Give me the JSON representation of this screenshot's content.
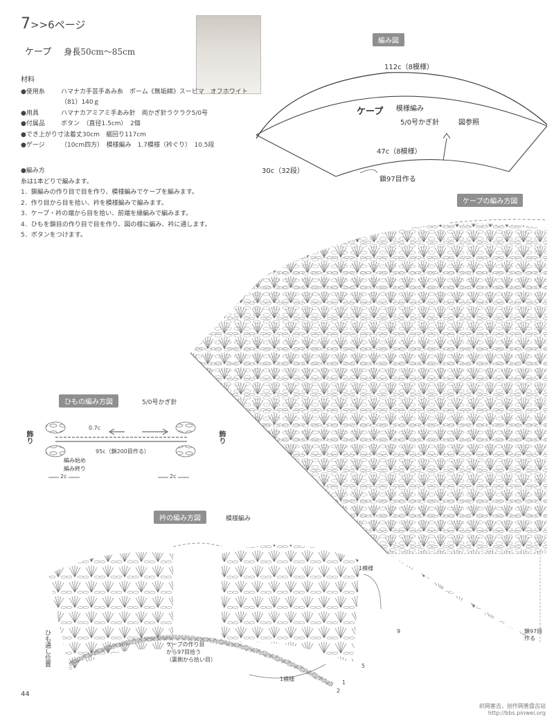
{
  "header": {
    "pattern_no": "7",
    "page_ref": ">>6ページ",
    "item": "ケープ",
    "size": "身長50cm～85cm"
  },
  "materials": {
    "heading": "材料",
    "rows": [
      {
        "key": "●使用糸",
        "value": "ハマナカ手芸手あみ糸　ポーム《無垢綿》スーピマ　オフホワイト"
      },
      {
        "key": "",
        "value": "（81）140ｇ"
      },
      {
        "key": "●用具",
        "value": "ハマナカアミアミ手あみ針　両かぎ針ラクラク5/0号"
      },
      {
        "key": "●付属品",
        "value": "ボタン　（直径1.5cm）　2個"
      },
      {
        "key": "●でき上がり寸法",
        "value": "着丈30cm　裾回り117cm"
      },
      {
        "key": "●ゲージ",
        "value": "（10cm四方）　模様編み　1.7模様（衿ぐり）　10.5段"
      }
    ]
  },
  "instructions": {
    "heading": "●編み方",
    "note": "糸は1本どりで編みます。",
    "steps": [
      "1．鎖編みの作り目で目を作り、模様編みでケープを編みます。",
      "2．作り目から目を拾い、衿を模様編みで編みます。",
      "3．ケープ・衿の端から目を拾い、前端を縁編みで編みます。",
      "4．ひもを鎖目の作り目で目を作り、図の様に編み、衿に通します。",
      "5．ボタンをつけます。"
    ]
  },
  "schematic": {
    "label": "編み図",
    "top": "112c（8模様）",
    "center_title": "ケープ",
    "center_pattern": "模様編み",
    "center_hook": "5/0号かぎ針",
    "ref": "図参照",
    "side": "30c（32段）",
    "inner": "47c（8模様）",
    "chain": "鎖97目作る"
  },
  "cape_chart": {
    "label": "ケープの編み方図",
    "chain_note": "鎖97目\n作る"
  },
  "cord_chart": {
    "label": "ひもの編み方図",
    "hook": "5/0号かぎ針",
    "width": "0.7c",
    "length": "95c（鎖200目作る）",
    "start": "編み始め",
    "end": "編み終り",
    "left_decor": "飾り",
    "right_decor": "飾り",
    "left_2c": "2c",
    "right_2c": "2c"
  },
  "collar_chart": {
    "label": "衿の編み方図",
    "pattern": "模様編み",
    "repeat_top": "1模様",
    "repeat_bottom": "1模様",
    "pickup": "ケープの作り目\nから97目拾う\n（裏側から拾い目）",
    "cord_pos": "ひも通し位置",
    "row9": "9",
    "row5": "5",
    "row1": "1",
    "row2": "2"
  },
  "footer": {
    "page": "44",
    "watermark_1": "织网客吉，创作网普盘古站",
    "watermark_2": "http://bbs.pinwei.org"
  }
}
